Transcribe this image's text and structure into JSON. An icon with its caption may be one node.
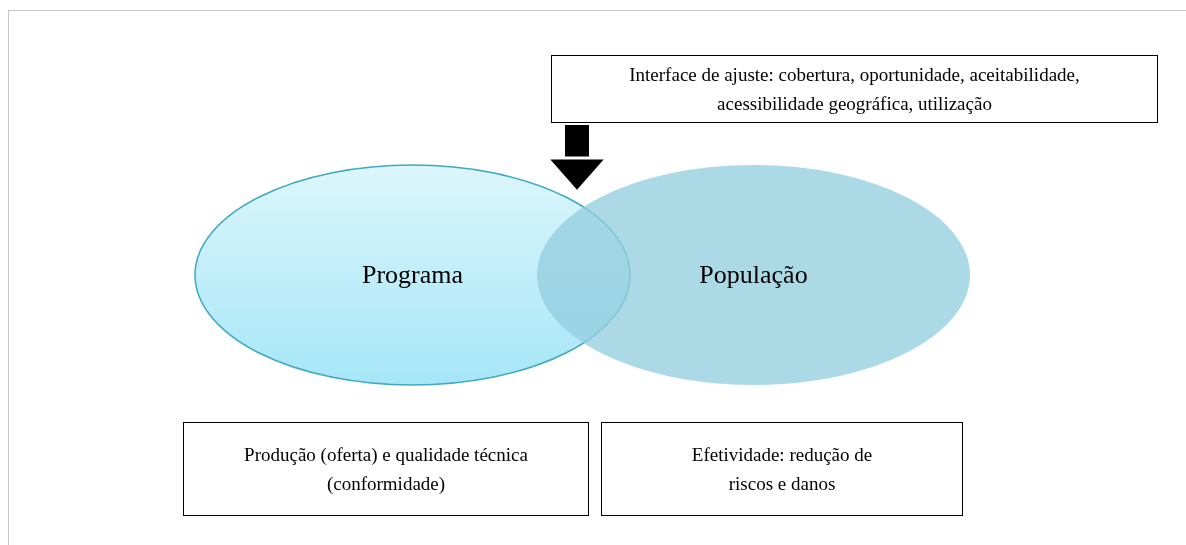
{
  "diagram": {
    "nodes": [
      {
        "text": [
          "Interface de ajuste: cobertura, oportunidade, aceitabilidade, acessibilidade geográfica, utilização"
        ]
      },
      {
        "text": [
          "Programa"
        ]
      },
      {
        "text": [
          "População"
        ]
      },
      {
        "text": [
          "Produção (oferta) e qualidade técnica (conformidade)"
        ]
      },
      {
        "text": [
          "Efetividade: redução de riscos e danos"
        ]
      }
    ],
    "edges": [
      {
        "from": 0,
        "to": 1,
        "arrow": "to"
      }
    ]
  }
}
